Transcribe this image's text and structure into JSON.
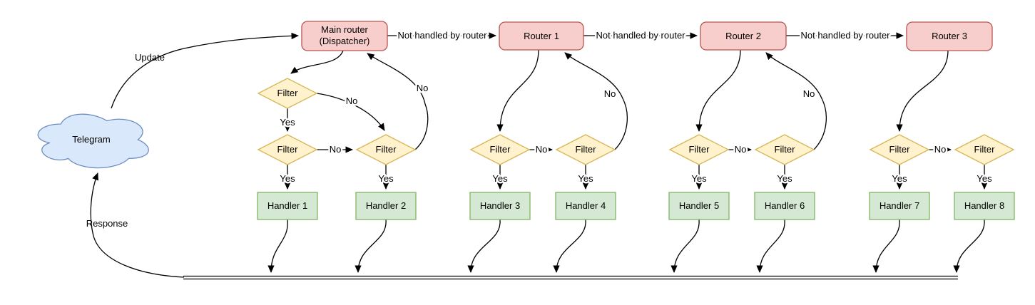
{
  "diagram": {
    "cloud_label": "Telegram",
    "dispatcher": {
      "line1": "Main router",
      "line2": "(Dispatcher)"
    },
    "routers": [
      "Router 1",
      "Router 2",
      "Router 3"
    ],
    "handlers": [
      "Handler 1",
      "Handler 2",
      "Handler 3",
      "Handler 4",
      "Handler 5",
      "Handler 6",
      "Handler 7",
      "Handler 8"
    ],
    "labels": {
      "filter": "Filter",
      "yes": "Yes",
      "no": "No",
      "not_handled": "Not handled by router",
      "update": "Update",
      "response": "Response"
    },
    "colors": {
      "router_fill": "#f8cecc",
      "router_stroke": "#b85450",
      "filter_fill": "#fff2cc",
      "filter_stroke": "#d6b656",
      "handler_fill": "#d5e8d4",
      "handler_stroke": "#82b366",
      "cloud_fill": "#dae8fc",
      "cloud_stroke": "#6c8ebf",
      "edge": "#000000",
      "text": "#000000"
    }
  }
}
